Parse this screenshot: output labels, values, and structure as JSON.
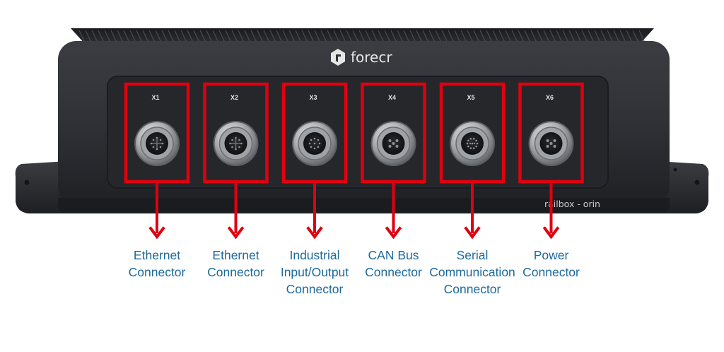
{
  "device": {
    "brand": "forecr",
    "brand_logo_icon": "forecr-logo-icon",
    "model": "railbox - orin"
  },
  "colors": {
    "highlight": "#e0000f",
    "label_text": "#1d6a9c",
    "housing": "#2e3035",
    "panel": "#24262a"
  },
  "ports": [
    {
      "id": "X1",
      "label": "Ethernet\nConnector",
      "connector_type": "ethernet"
    },
    {
      "id": "X2",
      "label": "Ethernet\nConnector",
      "connector_type": "ethernet"
    },
    {
      "id": "X3",
      "label": "Industrial\nInput/Output\nConnector",
      "connector_type": "io"
    },
    {
      "id": "X4",
      "label": "CAN Bus\nConnector",
      "connector_type": "can"
    },
    {
      "id": "X5",
      "label": "Serial\nCommunication\nConnector",
      "connector_type": "serial"
    },
    {
      "id": "X6",
      "label": "Power\nConnector",
      "connector_type": "power"
    }
  ]
}
